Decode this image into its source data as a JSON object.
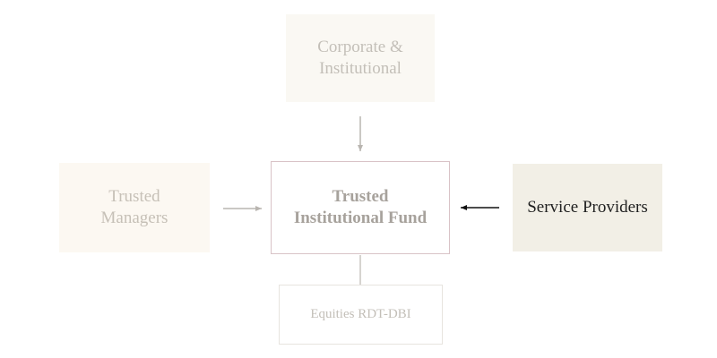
{
  "nodes": {
    "corporate": {
      "line1": "Corporate &",
      "line2": "Institutional"
    },
    "managers": {
      "line1": "Trusted",
      "line2": "Managers"
    },
    "fund": {
      "line1": "Trusted",
      "line2": "Institutional Fund"
    },
    "service": {
      "label": "Service Providers"
    },
    "equities": {
      "label": "Equities RDT-DBI"
    }
  },
  "colors": {
    "muted_arrow": "#b9b5b0",
    "active_arrow": "#111111",
    "fund_border": "#d9c3c7",
    "service_fill": "#f2efe6"
  }
}
